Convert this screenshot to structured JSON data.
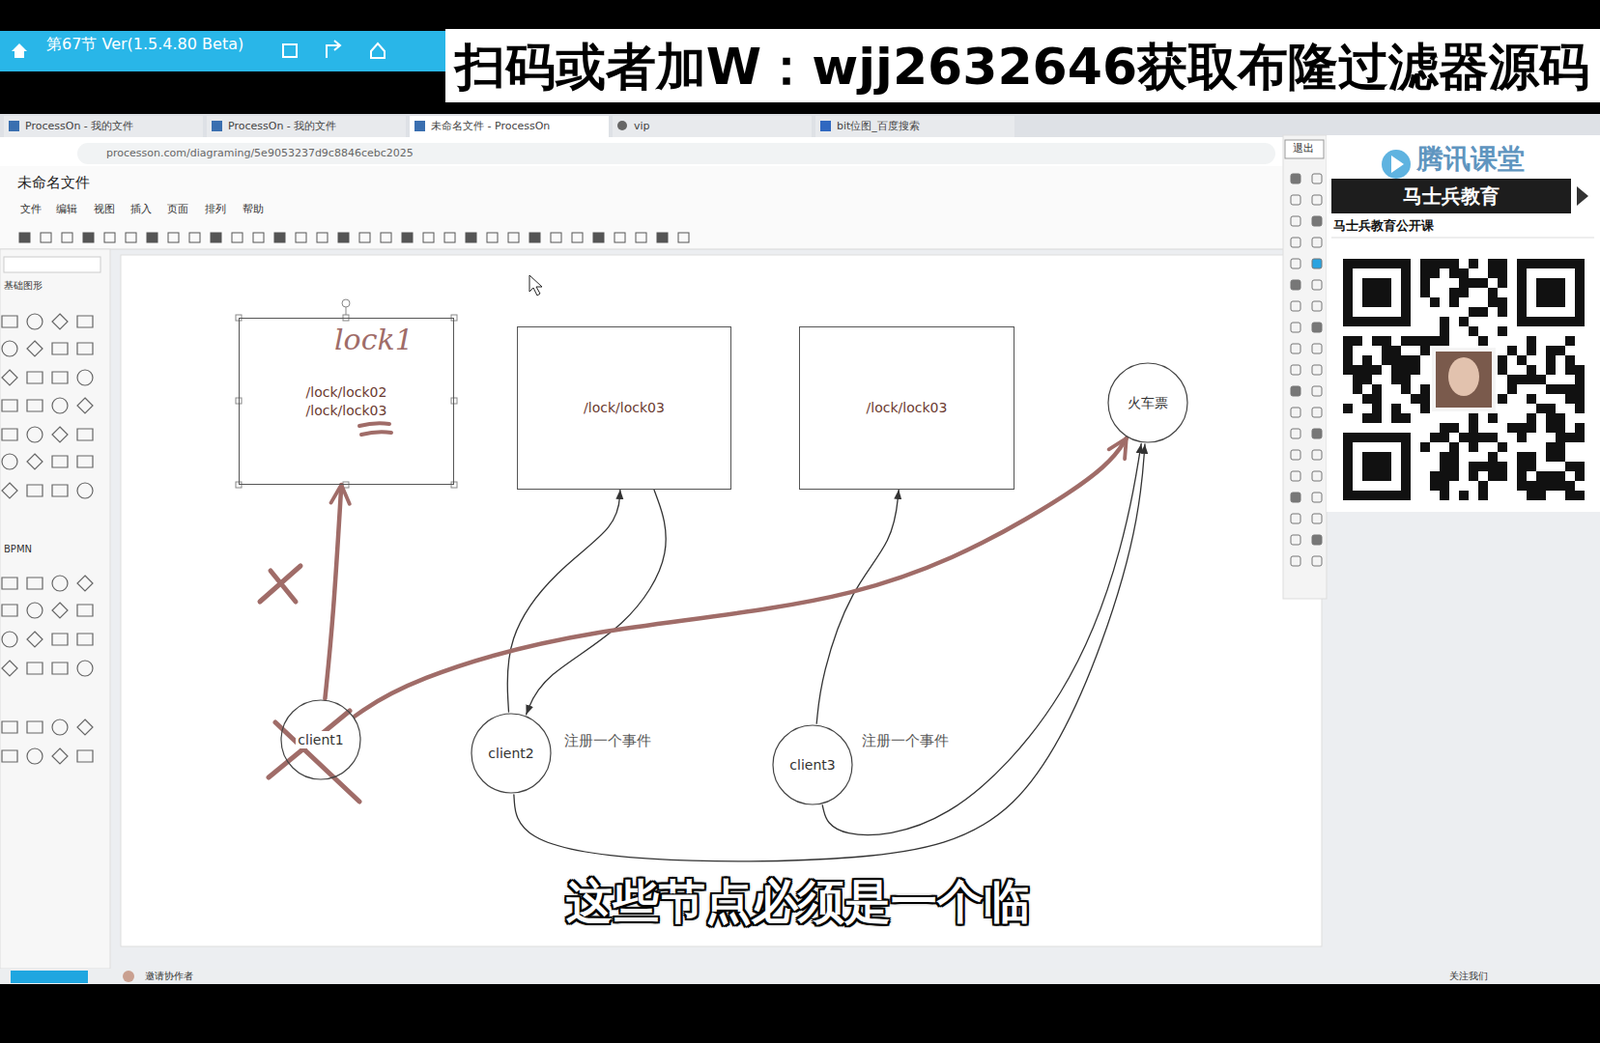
{
  "diagram": {
    "nodes": [
      {
        "text": [
          "/lock/lock02",
          "/lock/lock03"
        ]
      },
      {
        "text": [
          "/lock/lock03"
        ]
      },
      {
        "text": [
          "/lock/lock03"
        ]
      },
      {
        "text": [
          "火车票"
        ]
      },
      {
        "text": [
          "client1"
        ]
      },
      {
        "text": [
          "client2"
        ]
      },
      {
        "text": [
          "client3"
        ]
      }
    ],
    "edges": [
      {
        "from": 4,
        "to": 0,
        "arrow": "to"
      },
      {
        "from": 5,
        "to": 1,
        "arrow": "to"
      },
      {
        "from": 1,
        "to": 5,
        "arrow": "to"
      },
      {
        "from": 6,
        "to": 2,
        "arrow": "to"
      },
      {
        "from": 5,
        "to": 3,
        "arrow": "to"
      },
      {
        "from": 6,
        "to": 3,
        "arrow": "to"
      },
      {
        "from": 4,
        "to": 3,
        "arrow": "to"
      }
    ],
    "labels": [
      "第67节 Ver(1.5.4.80 Beta)",
      "扫码或者加W：wjj2632646获取布隆过滤器源码",
      "ProcessOn - 我的文件",
      "ProcessOn - 我的文件",
      "未命名文件 - ProcessOn",
      "vip",
      "bit位图_百度搜索",
      "processon.com/diagraming/5e9053237d9c8846cebc2025",
      "未命名文件",
      "文件",
      "编辑",
      "视图",
      "插入",
      "页面",
      "排列",
      "帮助",
      "退出",
      "腾讯课堂",
      "马士兵教育",
      "马士兵教育公开课",
      "lock1",
      "注册一个事件",
      "注册一个事件",
      "这些节点必须是一个临",
      "基础图形",
      "BPMN",
      "邀请协作者",
      "关注我们"
    ]
  }
}
